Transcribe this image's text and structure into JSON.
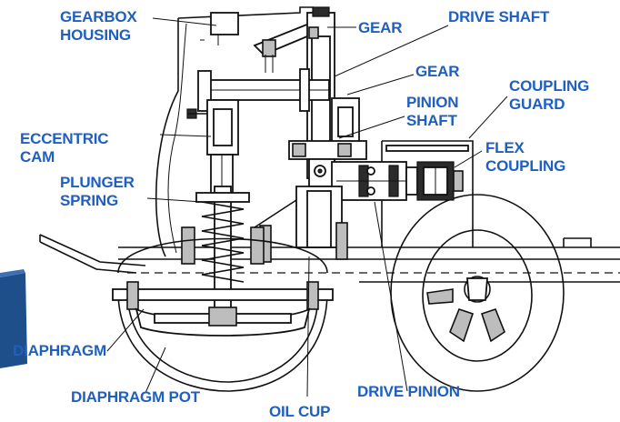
{
  "labels": {
    "gearbox_housing_1": "GEARBOX",
    "gearbox_housing_2": "HOUSING",
    "gear_top": "GEAR",
    "drive_shaft": "DRIVE SHAFT",
    "gear_mid": "GEAR",
    "pinion_shaft_1": "PINION",
    "pinion_shaft_2": "SHAFT",
    "coupling_guard_1": "COUPLING",
    "coupling_guard_2": "GUARD",
    "eccentric_cam_1": "ECCENTRIC",
    "eccentric_cam_2": "CAM",
    "flex_coupling_1": "FLEX",
    "flex_coupling_2": "COUPLING",
    "plunger_spring_1": "PLUNGER",
    "plunger_spring_2": "SPRING",
    "diaphragm": "DIAPHRAGM",
    "drive_pinion": "DRIVE PINION",
    "diaphragm_pot": "DIAPHRAGM POT",
    "oil_cup": "OIL CUP"
  },
  "colors": {
    "label": "#1f5fbf",
    "outline": "#111111",
    "fill_gray": "#bdbdbd",
    "side_block": "#1e4f8a"
  }
}
